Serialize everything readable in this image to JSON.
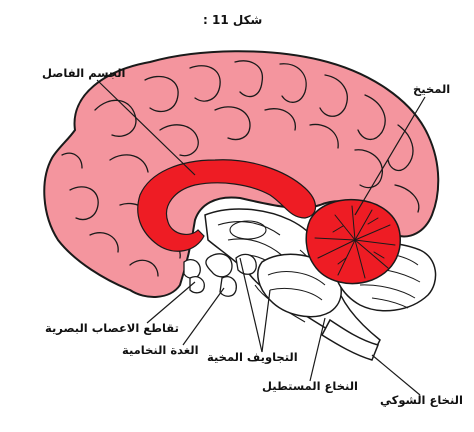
{
  "figure": {
    "title": "شكل 11 :",
    "colors": {
      "cerebrum": "#f4959e",
      "highlight": "#ee1c24",
      "outline": "#1a1a1a",
      "brainstem": "#ffffff"
    }
  },
  "labels": {
    "corpus_callosum": "الجسم الفاصل",
    "cerebellum": "المخيخ",
    "optic_chiasm": "تقاطع الاعصاب البصرية",
    "pituitary": "الغدة النخامية",
    "ventricles": "التجاويف المخية",
    "medulla": "النخاع المستطيل",
    "spinal_cord": "النخاع الشوكي"
  }
}
